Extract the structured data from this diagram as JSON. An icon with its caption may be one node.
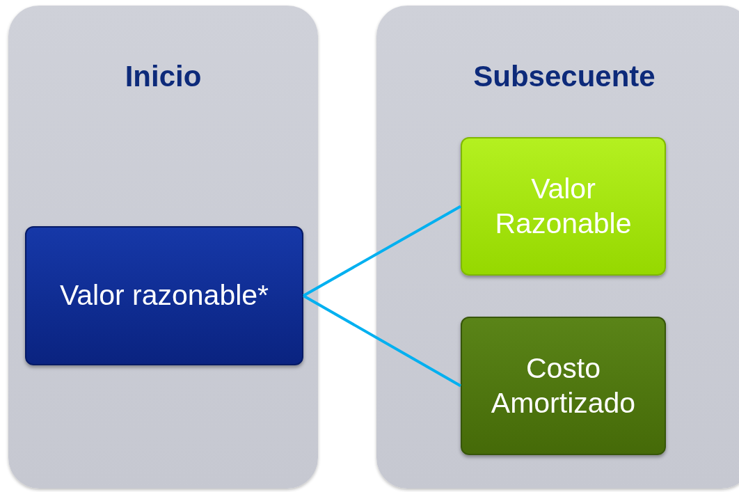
{
  "diagram": {
    "nodes": [
      {
        "text": [
          "Inicio"
        ]
      },
      {
        "text": [
          "Subsecuente"
        ]
      },
      {
        "text": [
          "Valor razonable*"
        ],
        "in": 0
      },
      {
        "text": [
          "Valor Razonable"
        ],
        "in": 1
      },
      {
        "text": [
          "Costo Amortizado"
        ],
        "in": 1
      }
    ],
    "edges": [
      {
        "from": 2,
        "to": 3,
        "arrow": "none",
        "color": "#00b0f0"
      },
      {
        "from": 2,
        "to": 4,
        "arrow": "none",
        "color": "#00b0f0"
      }
    ]
  }
}
